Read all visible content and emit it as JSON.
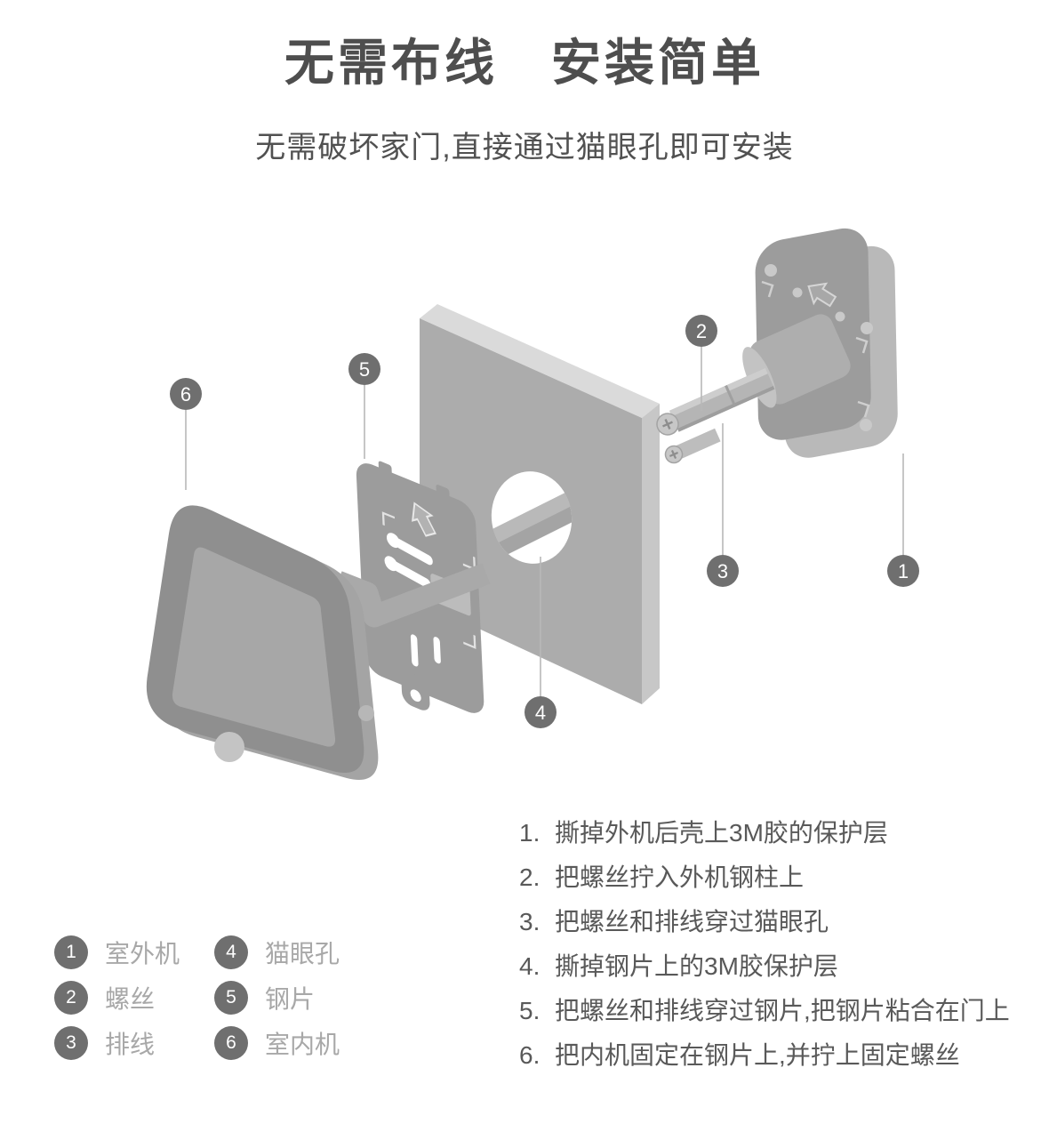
{
  "header": {
    "title": "无需布线　安装简单",
    "subtitle": "无需破坏家门,直接通过猫眼孔即可安装"
  },
  "diagram": {
    "callouts": [
      {
        "number": "1"
      },
      {
        "number": "2"
      },
      {
        "number": "3"
      },
      {
        "number": "4"
      },
      {
        "number": "5"
      },
      {
        "number": "6"
      }
    ]
  },
  "legend": {
    "items": [
      {
        "number": "1",
        "label": "室外机"
      },
      {
        "number": "2",
        "label": "螺丝"
      },
      {
        "number": "3",
        "label": "排线"
      },
      {
        "number": "4",
        "label": "猫眼孔"
      },
      {
        "number": "5",
        "label": "钢片"
      },
      {
        "number": "6",
        "label": "室内机"
      }
    ]
  },
  "steps": {
    "items": [
      {
        "num": "1.",
        "text": "撕掉外机后壳上3M胶的保护层"
      },
      {
        "num": "2.",
        "text": "把螺丝拧入外机钢柱上"
      },
      {
        "num": "3.",
        "text": "把螺丝和排线穿过猫眼孔"
      },
      {
        "num": "4.",
        "text": "撕掉钢片上的3M胶保护层"
      },
      {
        "num": "5.",
        "text": "把螺丝和排线穿过钢片,把钢片粘合在门上"
      },
      {
        "num": "6.",
        "text": "把内机固定在钢片上,并拧上固定螺丝"
      }
    ]
  },
  "colors": {
    "callout_circle": "#6f6f6f",
    "leader_line": "#b8b8b8",
    "title_text": "#4e4e4e",
    "steps_text": "#595959",
    "legend_label_text": "#a8a8a8",
    "door_front": "#acacac",
    "outdoor_plate": "#9c9c9c",
    "steel_plate": "#9c9c9c",
    "indoor_body": "#8f8f8f"
  }
}
